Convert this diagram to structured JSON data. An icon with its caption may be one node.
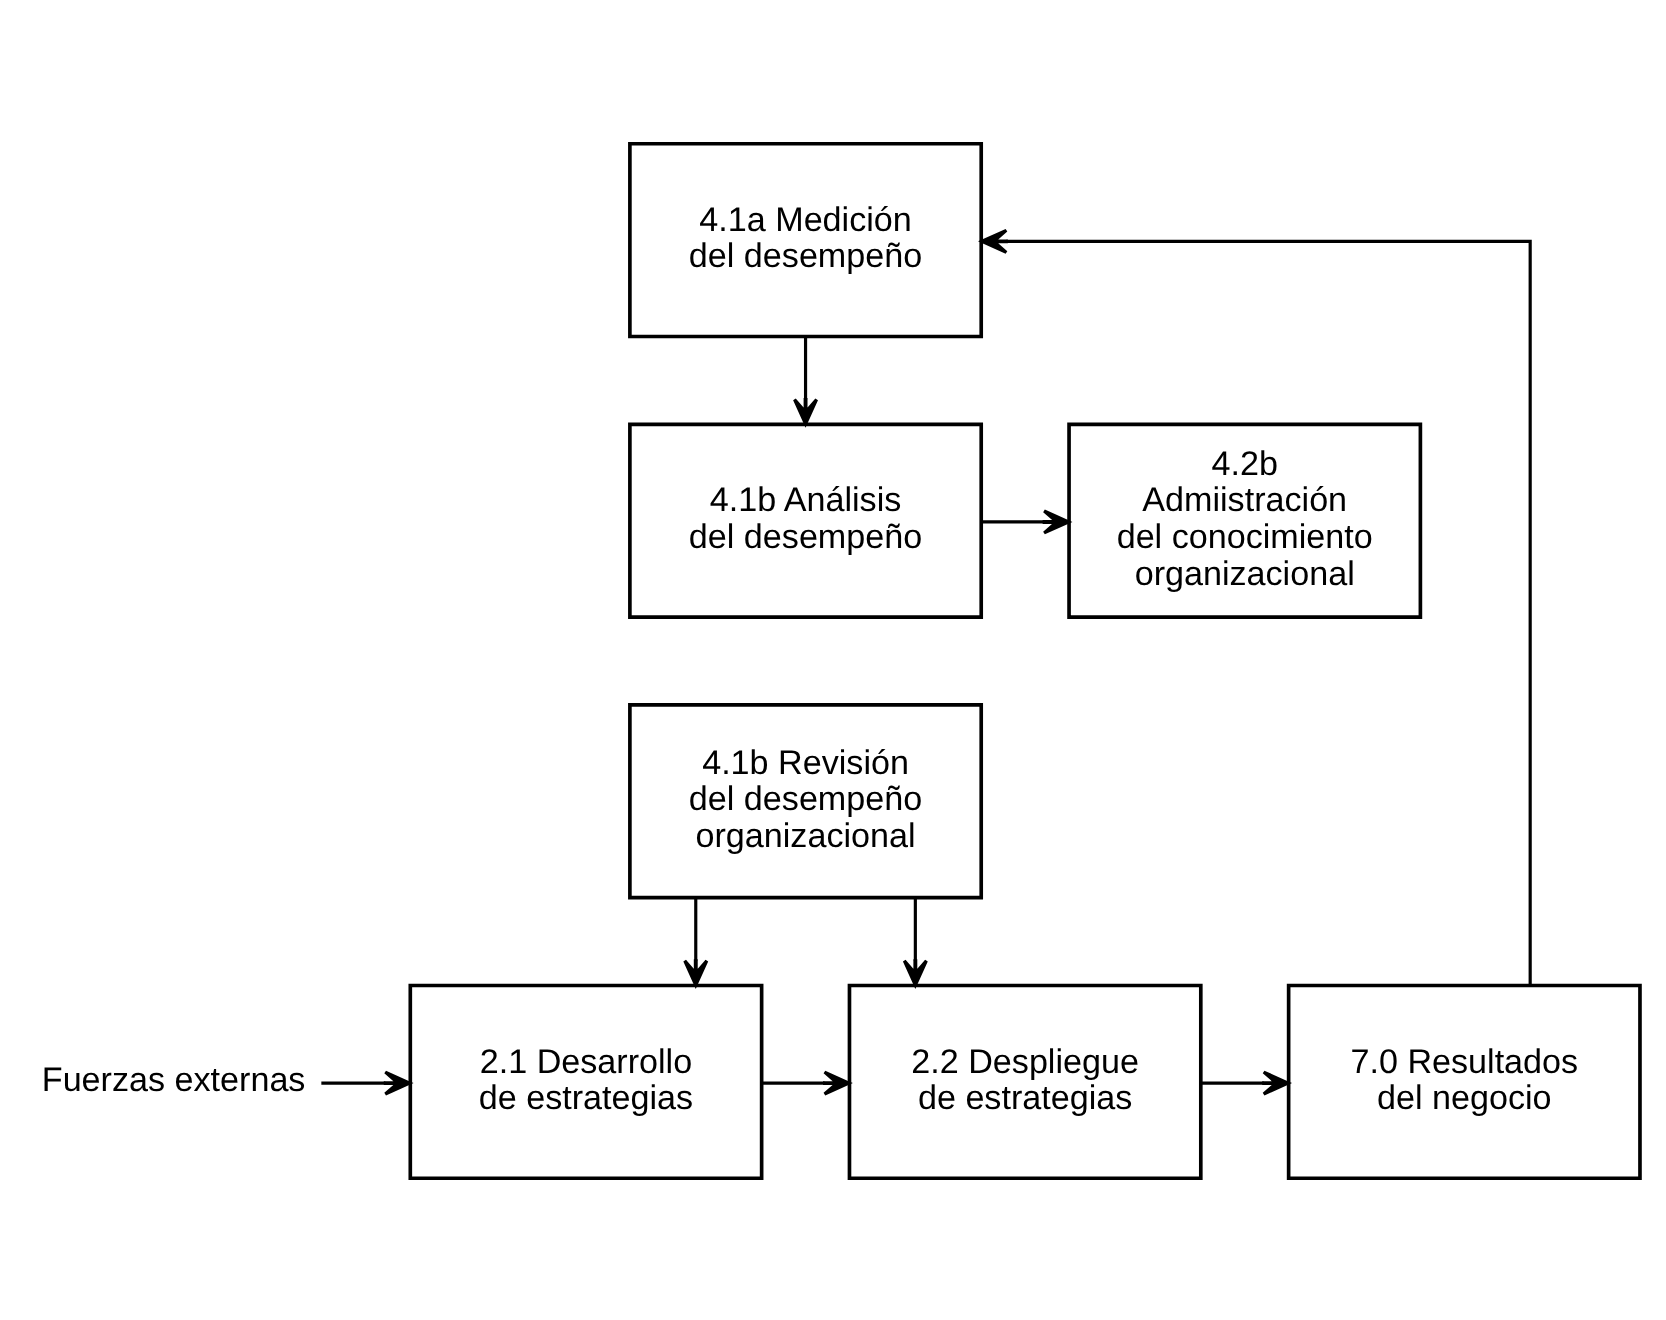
{
  "diagram": {
    "nodes": [
      {
        "text": [
          "4.1a Medición del desempeño"
        ]
      },
      {
        "text": [
          "4.1b Análisis del desempeño"
        ]
      },
      {
        "text": [
          "4.2b Admiistración del conocimiento organizacional"
        ]
      },
      {
        "text": [
          "4.1b Revisión del desempeño organizacional"
        ]
      },
      {
        "text": [
          "Fuerzas externas"
        ]
      },
      {
        "text": [
          "2.1 Desarrollo de estrategias"
        ]
      },
      {
        "text": [
          "2.2 Despliegue de estrategias"
        ]
      },
      {
        "text": [
          "7.0 Resultados del negocio"
        ]
      }
    ],
    "edges": [
      {
        "from": 0,
        "to": 1,
        "arrow": "to"
      },
      {
        "from": 1,
        "to": 2,
        "arrow": "to"
      },
      {
        "from": 3,
        "to": 5,
        "arrow": "to"
      },
      {
        "from": 3,
        "to": 6,
        "arrow": "to"
      },
      {
        "from": 4,
        "to": 5,
        "arrow": "to"
      },
      {
        "from": 5,
        "to": 6,
        "arrow": "to"
      },
      {
        "from": 6,
        "to": 7,
        "arrow": "to"
      },
      {
        "from": 7,
        "to": 0,
        "arrow": "to"
      }
    ]
  }
}
